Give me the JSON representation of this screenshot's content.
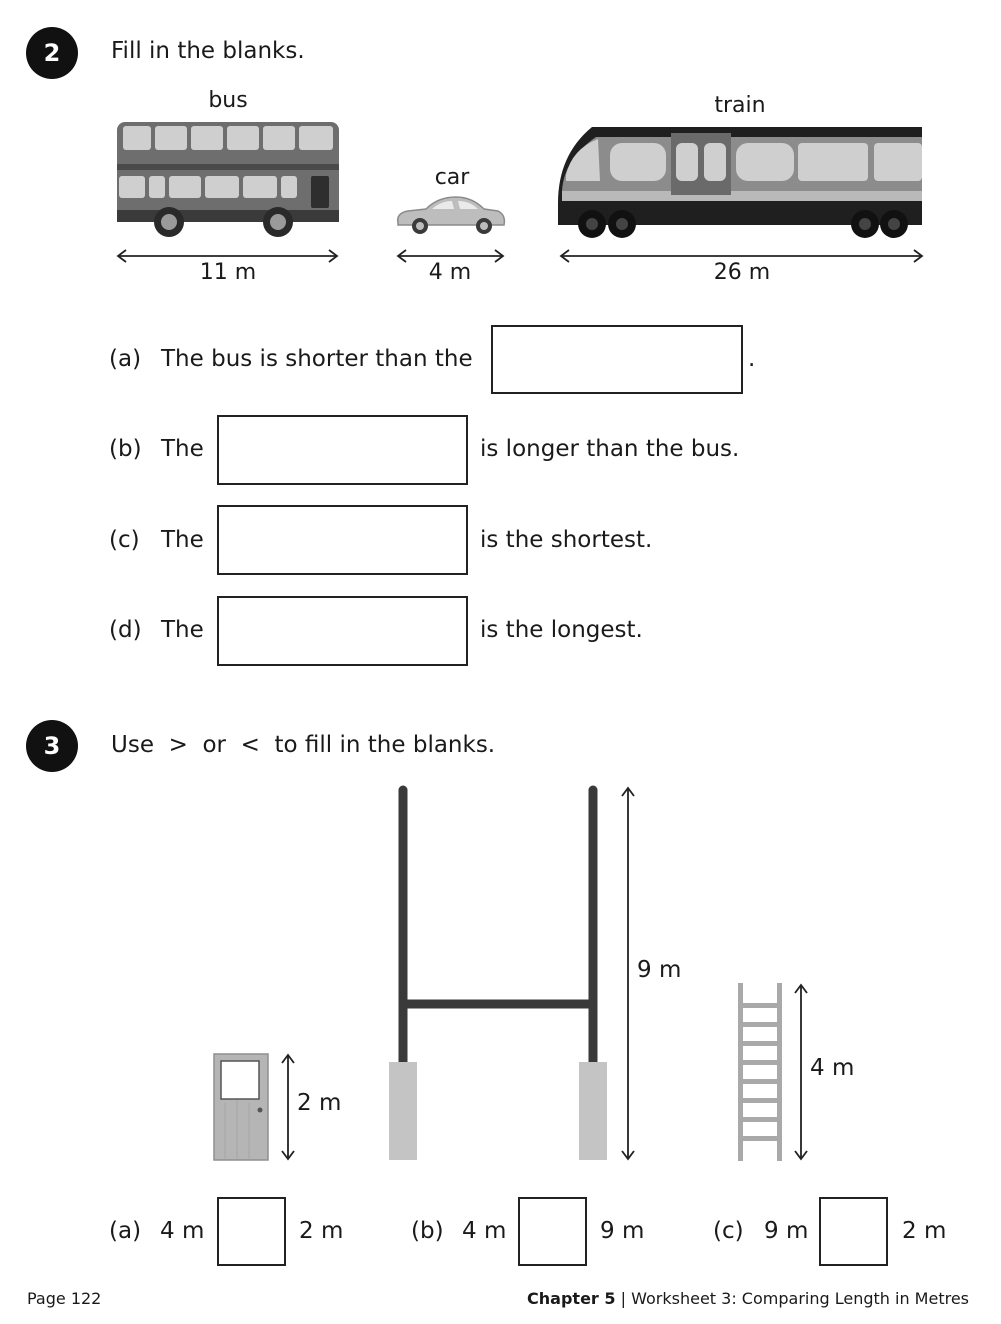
{
  "q2": {
    "number": "2",
    "instruction": "Fill in the blanks.",
    "vehicles": {
      "bus": {
        "name": "bus",
        "length": "11 m"
      },
      "car": {
        "name": "car",
        "length": "4 m"
      },
      "train": {
        "name": "train",
        "length": "26 m"
      }
    },
    "items": [
      {
        "label": "(a)",
        "before": "The bus is shorter than the",
        "after": "."
      },
      {
        "label": "(b)",
        "before": "The",
        "after": "is longer than the bus."
      },
      {
        "label": "(c)",
        "before": "The",
        "after": "is the shortest."
      },
      {
        "label": "(d)",
        "before": "The",
        "after": "is the longest."
      }
    ]
  },
  "q3": {
    "number": "3",
    "instruction": "Use  >  or  <  to fill in the blanks.",
    "objects": {
      "door": {
        "height": "2 m"
      },
      "goalpost": {
        "height": "9 m"
      },
      "ladder": {
        "height": "4 m"
      }
    },
    "items": [
      {
        "label": "(a)",
        "left": "4 m",
        "right": "2 m"
      },
      {
        "label": "(b)",
        "left": "4 m",
        "right": "9 m"
      },
      {
        "label": "(c)",
        "left": "9 m",
        "right": "2 m"
      }
    ]
  },
  "footer": {
    "page": "Page 122",
    "chapter": "Chapter 5",
    "separator": "|",
    "worksheet": "Worksheet 3: Comparing Length in Metres"
  }
}
